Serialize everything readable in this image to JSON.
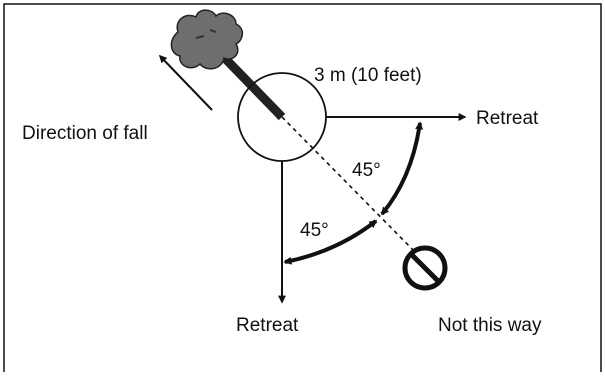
{
  "labels": {
    "radius": "3 m (10 feet)",
    "direction": "Direction of fall",
    "retreat_right": "Retreat",
    "retreat_down": "Retreat",
    "angle_upper": "45°",
    "angle_lower": "45°",
    "not_this_way": "Not this way"
  },
  "colors": {
    "line": "#111111",
    "trunk": "#222222",
    "foliage": "#6e6e6e",
    "foliage_outline": "#222222"
  },
  "icons": {
    "tree": "falling-tree-icon",
    "prohibited": "no-entry-icon"
  }
}
